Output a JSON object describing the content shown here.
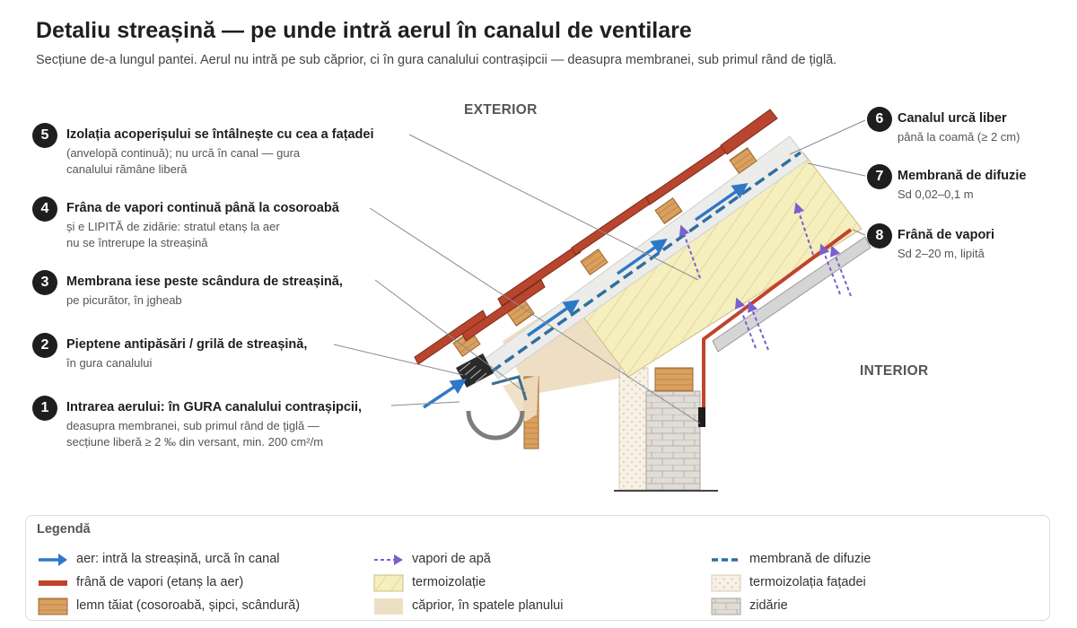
{
  "header": {
    "title": "Detaliu streașină — pe unde intră aerul în canalul de ventilare",
    "subtitle": "Secțiune de-a lungul pantei. Aerul nu intră pe sub căprior, ci în gura canalului contrașipcii — deasupra membranei, sub primul rând de țiglă."
  },
  "zones": {
    "exterior": "EXTERIOR",
    "interior": "INTERIOR"
  },
  "callouts": [
    {
      "n": "1",
      "title": "Intrarea aerului: în GURA canalului contrașipcii,",
      "lines": [
        "deasupra membranei, sub primul rând de țiglă —",
        "secțiune liberă ≥ 2 ‰ din versant, min. 200 cm²/m"
      ]
    },
    {
      "n": "2",
      "title": "Pieptene antipăsări / grilă de streașină,",
      "lines": [
        "în gura canalului"
      ]
    },
    {
      "n": "3",
      "title": "Membrana iese peste scândura de streașină,",
      "lines": [
        "pe picurător, în jgheab"
      ]
    },
    {
      "n": "4",
      "title": "Frâna de vapori continuă până la cosoroabă",
      "lines": [
        "și e LIPITĂ de zidărie: stratul etanș la aer",
        "nu se întrerupe la streașină"
      ]
    },
    {
      "n": "5",
      "title": "Izolația acoperișului se întâlnește cu cea a fațadei",
      "lines": [
        "(anvelopă continuă); nu urcă în canal — gura",
        "canalului rămâne liberă"
      ]
    },
    {
      "n": "6",
      "title": "Canalul urcă liber",
      "lines": [
        "până la coamă (≥ 2 cm)"
      ]
    },
    {
      "n": "7",
      "title": "Membrană de difuzie",
      "lines": [
        "Sd 0,02–0,1 m"
      ]
    },
    {
      "n": "8",
      "title": "Frână de vapori",
      "lines": [
        "Sd 2–20 m, lipită"
      ]
    }
  ],
  "legend": {
    "title": "Legendă",
    "items": [
      {
        "key": "air",
        "label": "aer: intră la streașină, urcă în canal"
      },
      {
        "key": "vapor",
        "label": "vapori de apă"
      },
      {
        "key": "membrane",
        "label": "membrană de difuzie"
      },
      {
        "key": "barrier",
        "label": "frână de vapori (etanș la aer)"
      },
      {
        "key": "insulation",
        "label": "termoizolație"
      },
      {
        "key": "facade",
        "label": "termoizolația fațadei"
      },
      {
        "key": "wood",
        "label": "lemn tăiat (cosoroabă, șipci, scândură)"
      },
      {
        "key": "rafter",
        "label": "căprior, în spatele planului"
      },
      {
        "key": "masonry",
        "label": "zidărie"
      }
    ]
  },
  "colors": {
    "air": "#2f78c8",
    "vapor": "#7b5fd0",
    "membrane": "#2e6fa0",
    "barrier": "#c0442a",
    "tile": "#b9452e",
    "insulation": "#f5eebd",
    "wood": "#d9a060",
    "rafter": "#eedfc4",
    "masonry": "#e0dcd6",
    "facade": "#f7f0e4"
  }
}
